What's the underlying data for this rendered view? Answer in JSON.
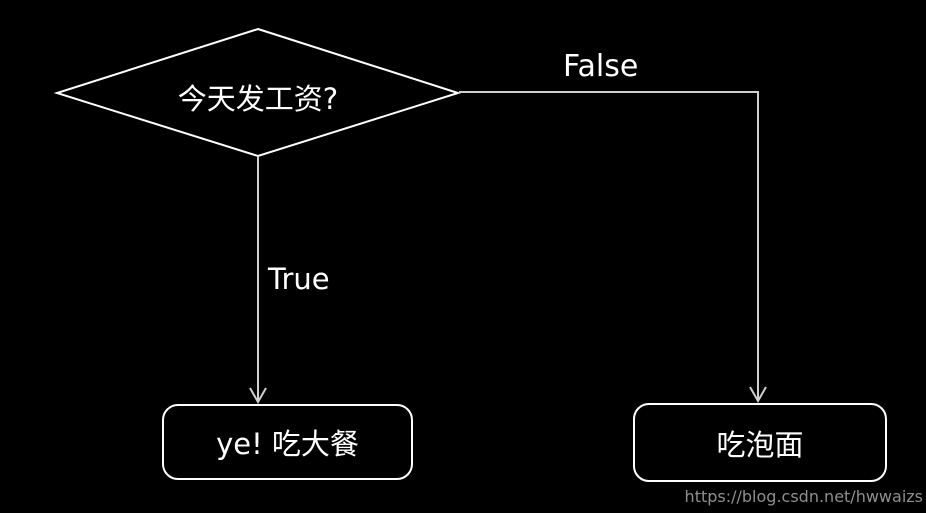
{
  "diagram": {
    "decision": {
      "label": "今天发工资?",
      "shape": "diamond"
    },
    "branches": {
      "true_label": "True",
      "false_label": "False"
    },
    "outcomes": {
      "true_result": "ye! 吃大餐",
      "false_result": "吃泡面"
    }
  },
  "watermark": "https://blog.csdn.net/hwwaizs",
  "colors": {
    "background": "#000000",
    "connector": "#cfcfcf",
    "shape_border": "#ffffff",
    "text": "#ffffff",
    "watermark_text": "#8f8f8f"
  }
}
